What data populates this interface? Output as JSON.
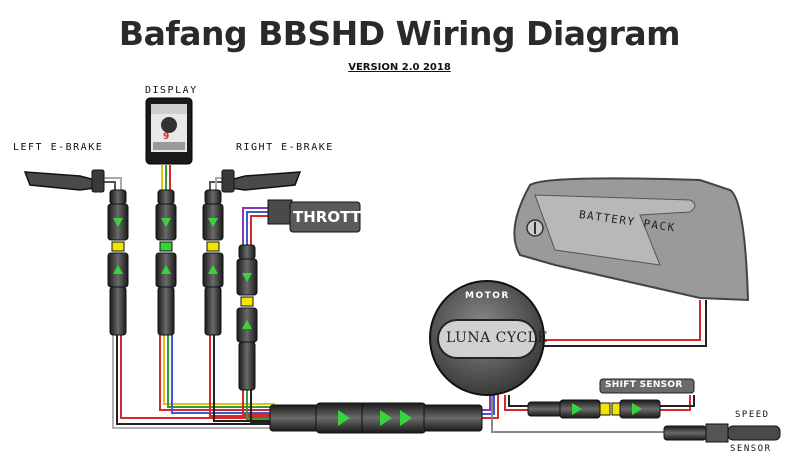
{
  "title": "Bafang BBSHD Wiring Diagram",
  "version": "VERSION 2.0  2018",
  "labels": {
    "display": "DISPLAY",
    "left_brake": "LEFT E-BRAKE",
    "right_brake": "RIGHT E-BRAKE",
    "throttle": "THROTTLE",
    "battery": "BATTERY PACK",
    "motor": "MOTOR",
    "motor_brand": "LUNA CYCLE",
    "shift_sensor": "SHIFT SENSOR",
    "speed": "SPEED",
    "sensor": "SENSOR"
  },
  "display_screen": {
    "reading": "9"
  },
  "colors": {
    "wire_red": "#d42a2a",
    "wire_yellow": "#e0c21a",
    "wire_green": "#3a9a3a",
    "wire_blue": "#3a5ad8",
    "wire_purple": "#8a3ab0",
    "connector_yellow": "#f2e600",
    "connector_green": "#34d634",
    "arrow_green": "#3ad43a"
  }
}
